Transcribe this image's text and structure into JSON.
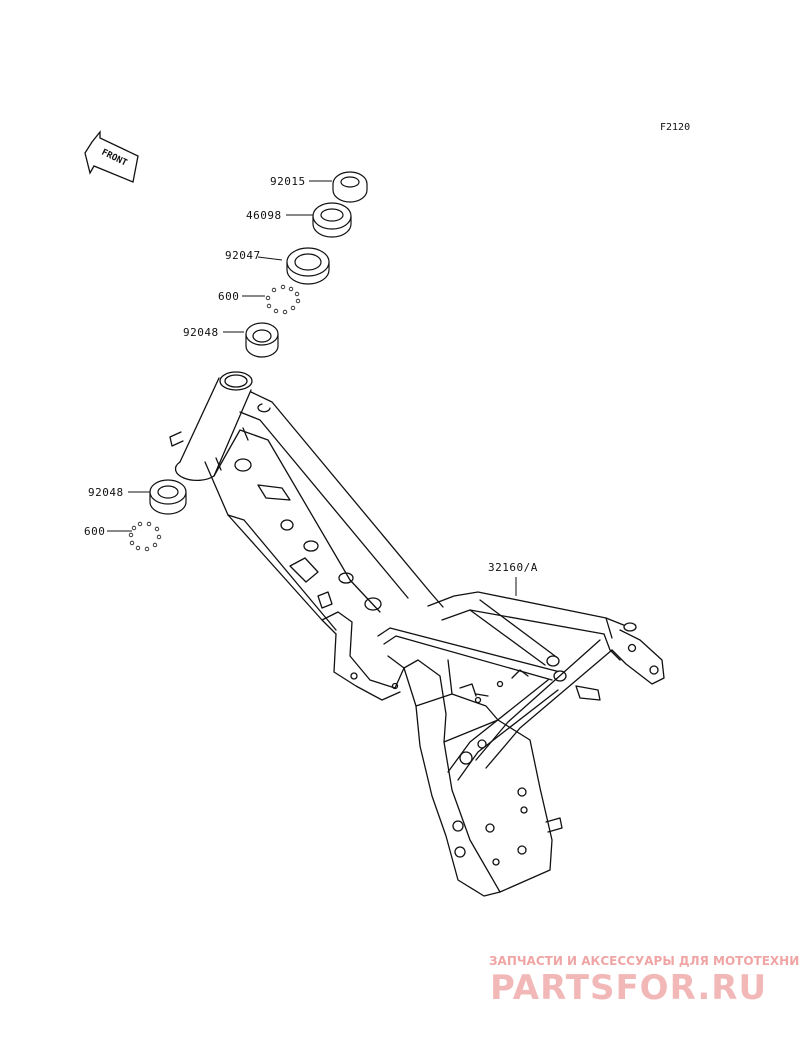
{
  "diagram": {
    "figure_ref": "F2120",
    "front_label": "FRONT",
    "parts": [
      {
        "id": "p1",
        "number": "92015",
        "name": "seal"
      },
      {
        "id": "p2",
        "number": "46098",
        "name": "nut"
      },
      {
        "id": "p3",
        "number": "92047",
        "name": "race"
      },
      {
        "id": "p4",
        "number": "600",
        "name": "steel ball"
      },
      {
        "id": "p5",
        "number": "92048",
        "name": "race"
      },
      {
        "id": "p6",
        "number": "92048",
        "name": "race"
      },
      {
        "id": "p7",
        "number": "600",
        "name": "steel ball"
      },
      {
        "id": "p8",
        "number": "32160/A",
        "name": "frame"
      }
    ]
  },
  "watermark": {
    "tagline": "ЗАПЧАСТИ И АКСЕССУАРЫ ДЛЯ МОТОТЕХНИКИ",
    "logo": "PARTSFOR.RU"
  }
}
